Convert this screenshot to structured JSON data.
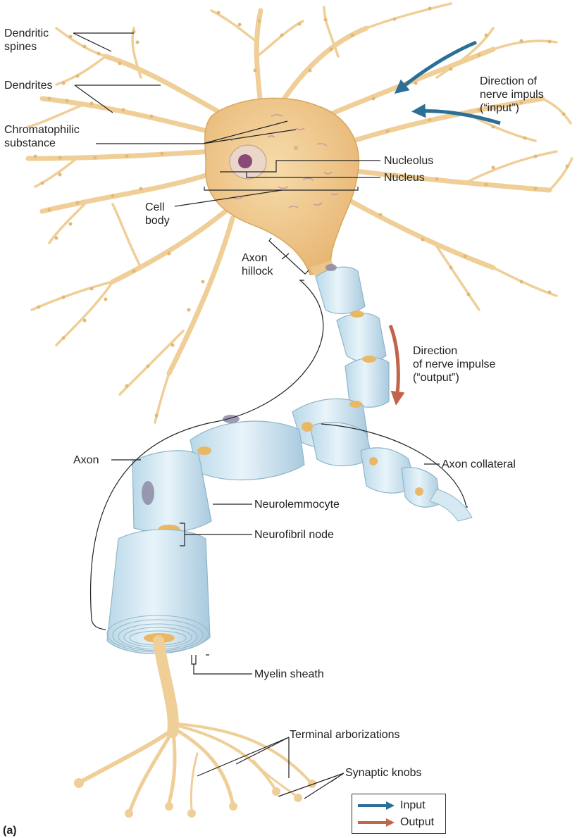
{
  "labels": {
    "dendritic_spines": "Dendritic\nspines",
    "dendrites": "Dendrites",
    "chromatophilic_substance": "Chromatophilic\nsubstance",
    "nucleolus": "Nucleolus",
    "nucleus": "Nucleus",
    "cell_body": "Cell\nbody",
    "axon_hillock": "Axon\nhillock",
    "axon": "Axon",
    "direction_input": "Direction of\nnerve impuls\n(“input”)",
    "direction_output": "Direction\nof nerve impulse\n(“output”)",
    "axon_collateral": "Axon collateral",
    "neurolemmocyte": "Neurolemmocyte",
    "neurofibril_node": "Neurofibril node",
    "myelin_sheath": "Myelin sheath",
    "terminal_arborizations": "Terminal arborizations",
    "synaptic_knobs": "Synaptic knobs",
    "panel_letter": "(a)"
  },
  "legend": {
    "input_label": "Input",
    "output_label": "Output",
    "input_color": "#2a6f97",
    "output_color": "#c0644a"
  },
  "colors": {
    "neuron_fill": "#f1cf95",
    "neuron_stroke": "#d6a85f",
    "myelin_fill": "#d4e9f3",
    "myelin_stroke": "#8fb6c9"
  }
}
